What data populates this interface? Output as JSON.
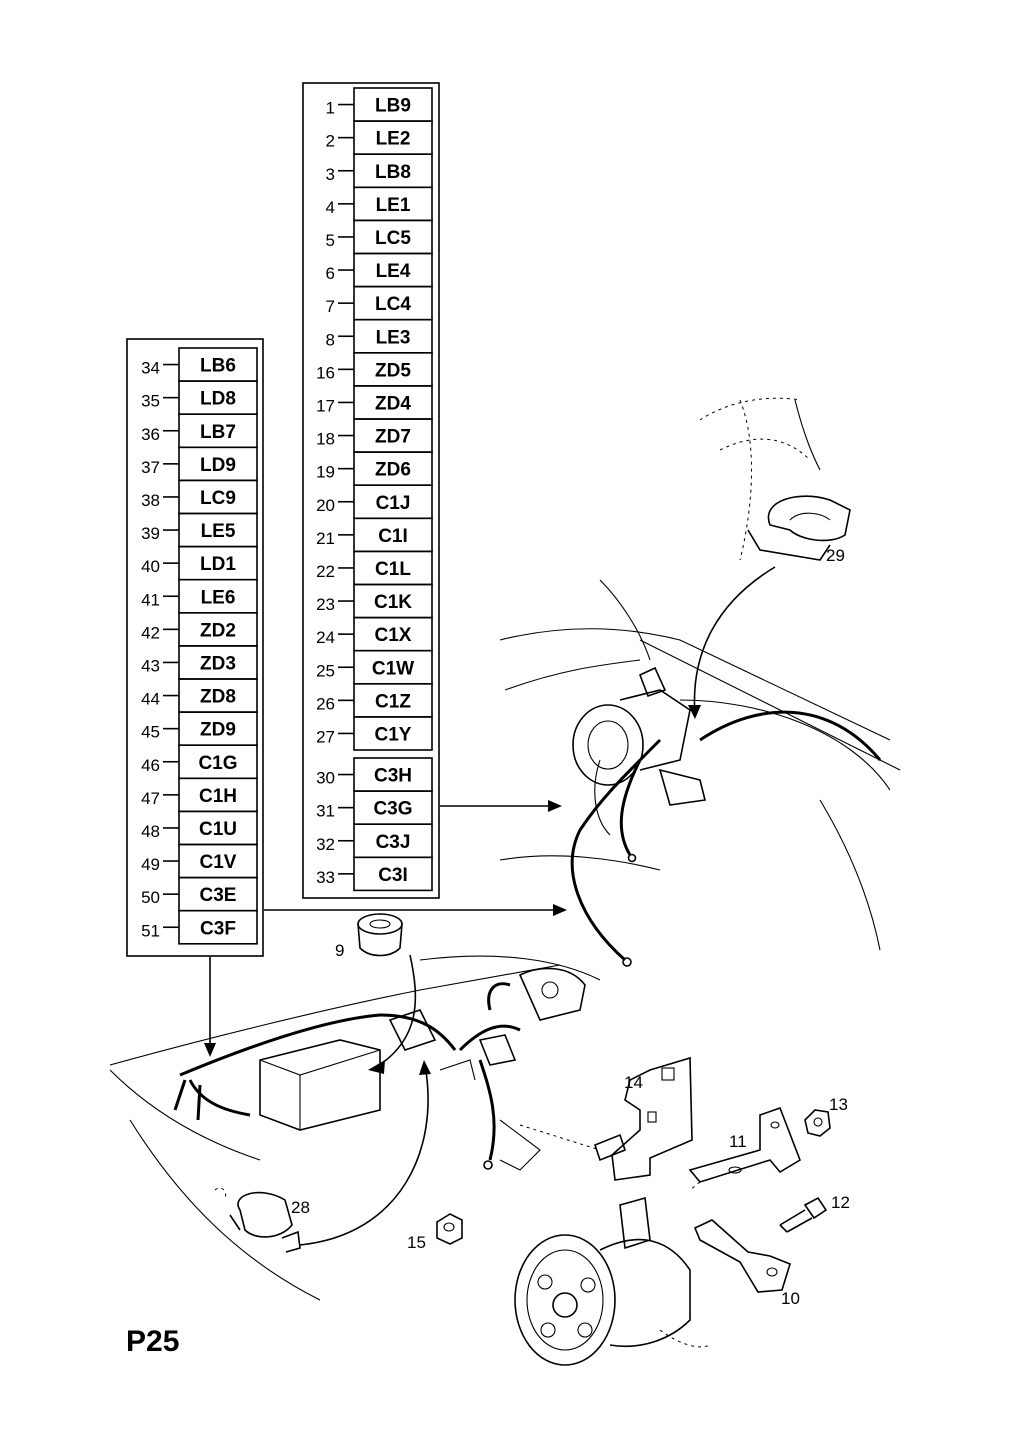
{
  "page_code": "P25",
  "table_right": [
    {
      "num": "1",
      "code": "LB9"
    },
    {
      "num": "2",
      "code": "LE2"
    },
    {
      "num": "3",
      "code": "LB8"
    },
    {
      "num": "4",
      "code": "LE1"
    },
    {
      "num": "5",
      "code": "LC5"
    },
    {
      "num": "6",
      "code": "LE4"
    },
    {
      "num": "7",
      "code": "LC4"
    },
    {
      "num": "8",
      "code": "LE3"
    },
    {
      "num": "16",
      "code": "ZD5"
    },
    {
      "num": "17",
      "code": "ZD4"
    },
    {
      "num": "18",
      "code": "ZD7"
    },
    {
      "num": "19",
      "code": "ZD6"
    },
    {
      "num": "20",
      "code": "C1J"
    },
    {
      "num": "21",
      "code": "C1I"
    },
    {
      "num": "22",
      "code": "C1L"
    },
    {
      "num": "23",
      "code": "C1K"
    },
    {
      "num": "24",
      "code": "C1X"
    },
    {
      "num": "25",
      "code": "C1W"
    },
    {
      "num": "26",
      "code": "C1Z"
    },
    {
      "num": "27",
      "code": "C1Y"
    }
  ],
  "table_right_group2": [
    {
      "num": "30",
      "code": "C3H"
    },
    {
      "num": "31",
      "code": "C3G"
    },
    {
      "num": "32",
      "code": "C3J"
    },
    {
      "num": "33",
      "code": "C3I"
    }
  ],
  "table_left": [
    {
      "num": "34",
      "code": "LB6"
    },
    {
      "num": "35",
      "code": "LD8"
    },
    {
      "num": "36",
      "code": "LB7"
    },
    {
      "num": "37",
      "code": "LD9"
    },
    {
      "num": "38",
      "code": "LC9"
    },
    {
      "num": "39",
      "code": "LE5"
    },
    {
      "num": "40",
      "code": "LD1"
    },
    {
      "num": "41",
      "code": "LE6"
    },
    {
      "num": "42",
      "code": "ZD2"
    },
    {
      "num": "43",
      "code": "ZD3"
    },
    {
      "num": "44",
      "code": "ZD8"
    },
    {
      "num": "45",
      "code": "ZD9"
    },
    {
      "num": "46",
      "code": "C1G"
    },
    {
      "num": "47",
      "code": "C1H"
    },
    {
      "num": "48",
      "code": "C1U"
    },
    {
      "num": "49",
      "code": "C1V"
    },
    {
      "num": "50",
      "code": "C3E"
    },
    {
      "num": "51",
      "code": "C3F"
    }
  ],
  "callouts": {
    "c9": "9",
    "c10": "10",
    "c11": "11",
    "c12": "12",
    "c13": "13",
    "c14": "14",
    "c15": "15",
    "c28": "28",
    "c29": "29"
  }
}
